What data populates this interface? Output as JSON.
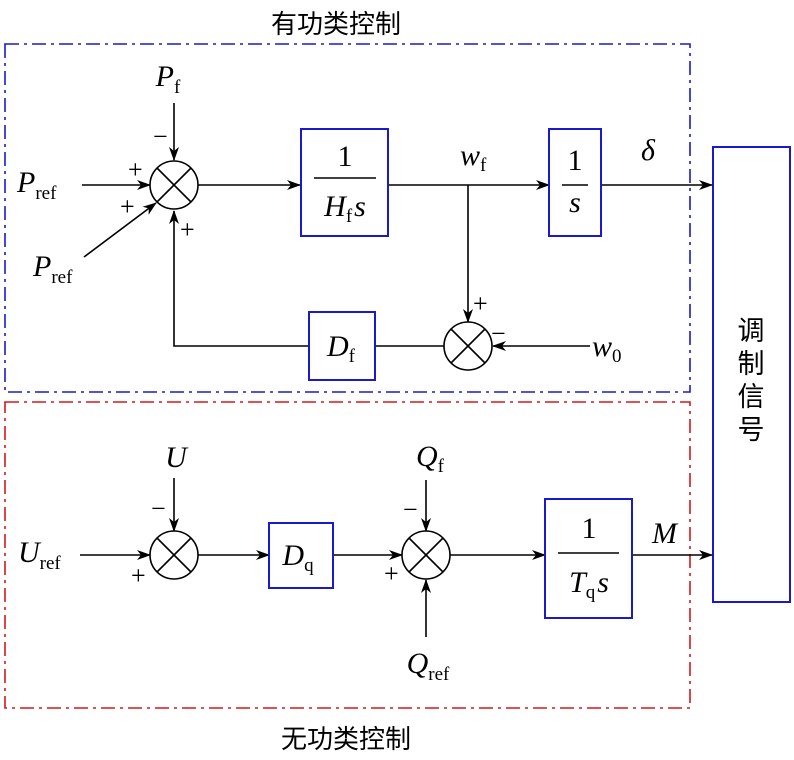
{
  "colors": {
    "active_frame": "#1a1acc",
    "reactive_frame": "#d01a1a",
    "block_border": "#1a1acc",
    "line": "#000000"
  },
  "titles": {
    "active": "有功类控制",
    "reactive": "无功类控制"
  },
  "output_block": {
    "label_chars": [
      "调",
      "制",
      "信",
      "号"
    ]
  },
  "active": {
    "pf_sym": "P",
    "pf_sub": "f",
    "pref1_sym": "P",
    "pref1_sub": "ref",
    "pref2_sym": "P",
    "pref2_sub": "ref",
    "int_num": "1",
    "int_den_sym": "H",
    "int_den_sub": "f",
    "int_den_s": "s",
    "wf_sym": "w",
    "wf_sub": "f",
    "s_num": "1",
    "s_den": "s",
    "delta": "δ",
    "damp_sym": "D",
    "damp_sub": "f",
    "w0_sym": "w",
    "w0_sub": "0",
    "sign_minus_pf": "−",
    "sign_plus_a": "+",
    "sign_plus_b": "+",
    "sign_plus_fb": "+",
    "sign_plus_wf": "+",
    "sign_minus_w0": "−"
  },
  "reactive": {
    "u_sym": "U",
    "uref_sym": "U",
    "uref_sub": "ref",
    "dq_sym": "D",
    "dq_sub": "q",
    "qf_sym": "Q",
    "qf_sub": "f",
    "qref_sym": "Q",
    "qref_sub": "ref",
    "tq_num": "1",
    "tq_den_sym": "T",
    "tq_den_sub": "q",
    "tq_den_s": "s",
    "m_sym": "M",
    "sign_minus_u": "−",
    "sign_plus_uref": "+",
    "sign_minus_qf": "−",
    "sign_plus_dq": "+"
  }
}
